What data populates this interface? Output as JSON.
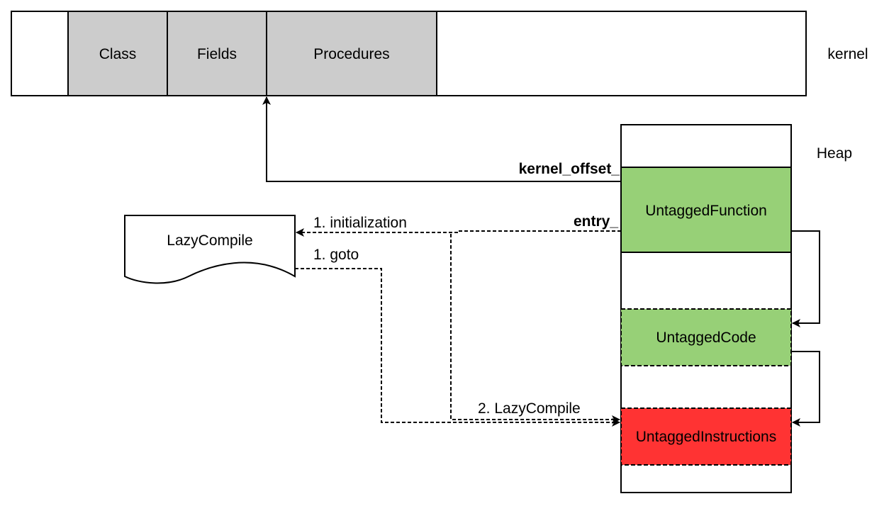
{
  "kernel": {
    "label": "kernel",
    "segments": [
      "Class",
      "Fields",
      "Procedures"
    ],
    "segment_fill": "#cccccc"
  },
  "heap": {
    "label": "Heap",
    "untagged_function": {
      "label": "UntaggedFunction",
      "fill": "#97d077"
    },
    "untagged_code": {
      "label": "UntaggedCode",
      "fill": "#97d077"
    },
    "untagged_instructions": {
      "label": "UntaggedInstructions",
      "fill": "#ff3333"
    }
  },
  "lazy_compile": {
    "label": "LazyCompile"
  },
  "edges": {
    "kernel_offset": "kernel_offset_",
    "entry": "entry_",
    "initialization": "1. initialization",
    "goto": "1. goto",
    "lazy_compile_call": "2. LazyCompile"
  }
}
